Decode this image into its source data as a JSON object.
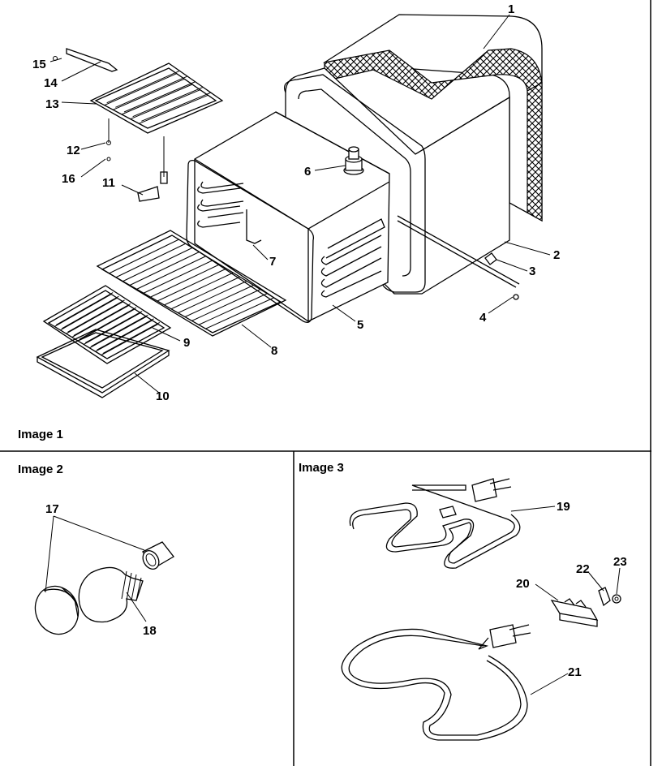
{
  "panels": {
    "image1": "Image 1",
    "image2": "Image 2",
    "image3": "Image 3"
  },
  "callouts": {
    "c1": "1",
    "c2": "2",
    "c3": "3",
    "c4": "4",
    "c5": "5",
    "c6": "6",
    "c7": "7",
    "c8": "8",
    "c9": "9",
    "c10": "10",
    "c11": "11",
    "c12": "12",
    "c13": "13",
    "c14": "14",
    "c15": "15",
    "c16": "16",
    "c17": "17",
    "c18": "18",
    "c19": "19",
    "c20": "20",
    "c21": "21",
    "c22": "22",
    "c23": "23"
  },
  "colors": {
    "ink": "#000000",
    "paper": "#ffffff"
  }
}
